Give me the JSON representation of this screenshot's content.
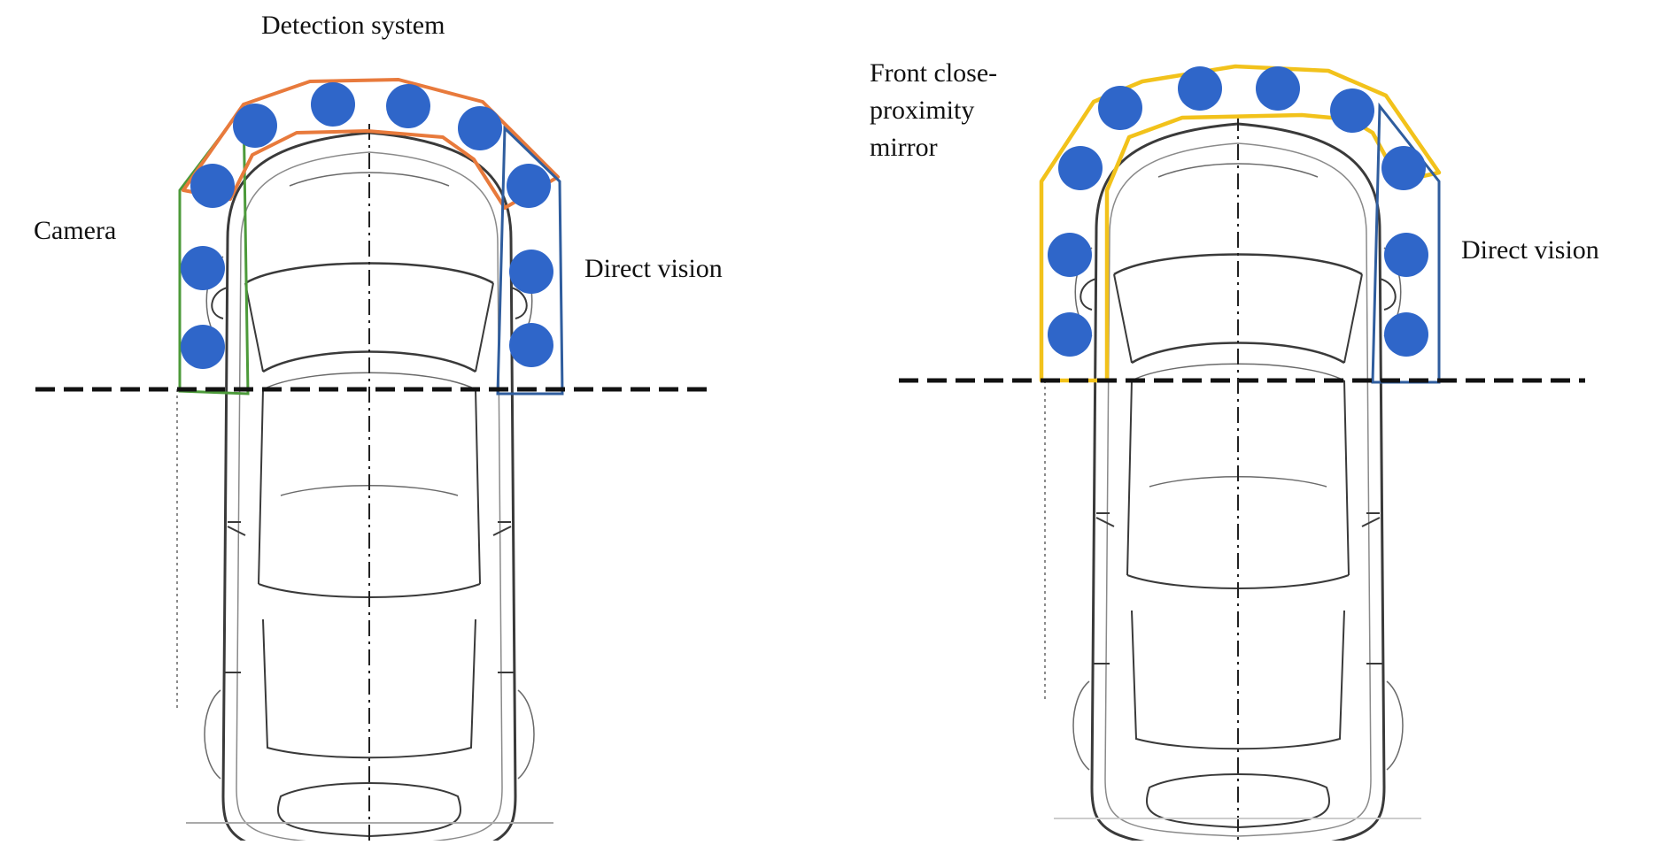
{
  "left_diagram": {
    "labels": {
      "detection": "Detection system",
      "camera": "Camera",
      "direct_vision": "Direct vision"
    }
  },
  "right_diagram": {
    "labels": {
      "mirror": [
        "Front close-",
        "proximity",
        "mirror"
      ],
      "direct_vision": "Direct vision"
    }
  },
  "colors": {
    "detection_zone": "#E87A3C",
    "camera_zone": "#4C9A3A",
    "direct_vision_zone": "#2F5D9E",
    "mirror_zone": "#F2C21B",
    "marker": "#2F66C9",
    "line": "#111111",
    "car_outline": "#3a3a3a"
  },
  "icons": {
    "marker": "filled-circle",
    "vehicle": "car-top-view"
  }
}
